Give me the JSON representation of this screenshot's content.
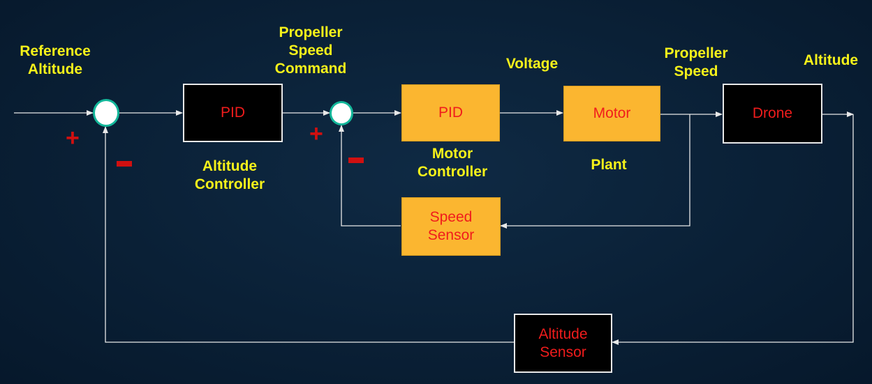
{
  "labels": {
    "reference_altitude": "Reference\nAltitude",
    "propeller_speed_command": "Propeller\nSpeed\nCommand",
    "voltage": "Voltage",
    "propeller_speed": "Propeller\nSpeed",
    "altitude": "Altitude",
    "altitude_controller": "Altitude\nController",
    "motor_controller": "Motor\nController",
    "plant": "Plant"
  },
  "blocks": {
    "altitude_pid": "PID",
    "motor_pid": "PID",
    "motor": "Motor",
    "drone": "Drone",
    "speed_sensor": "Speed\nSensor",
    "altitude_sensor": "Altitude\nSensor"
  },
  "signs": {
    "outer_plus": "+",
    "inner_plus": "+",
    "outer_minus": "−",
    "inner_minus": "−"
  },
  "colors": {
    "label_text": "#f6f21a",
    "block_text": "#f01c1c",
    "orange_block": "#fbb630",
    "dark_block": "#000000",
    "sum_ring": "#13b79a",
    "sign": "#d01010",
    "wire": "#e8e8e8"
  }
}
